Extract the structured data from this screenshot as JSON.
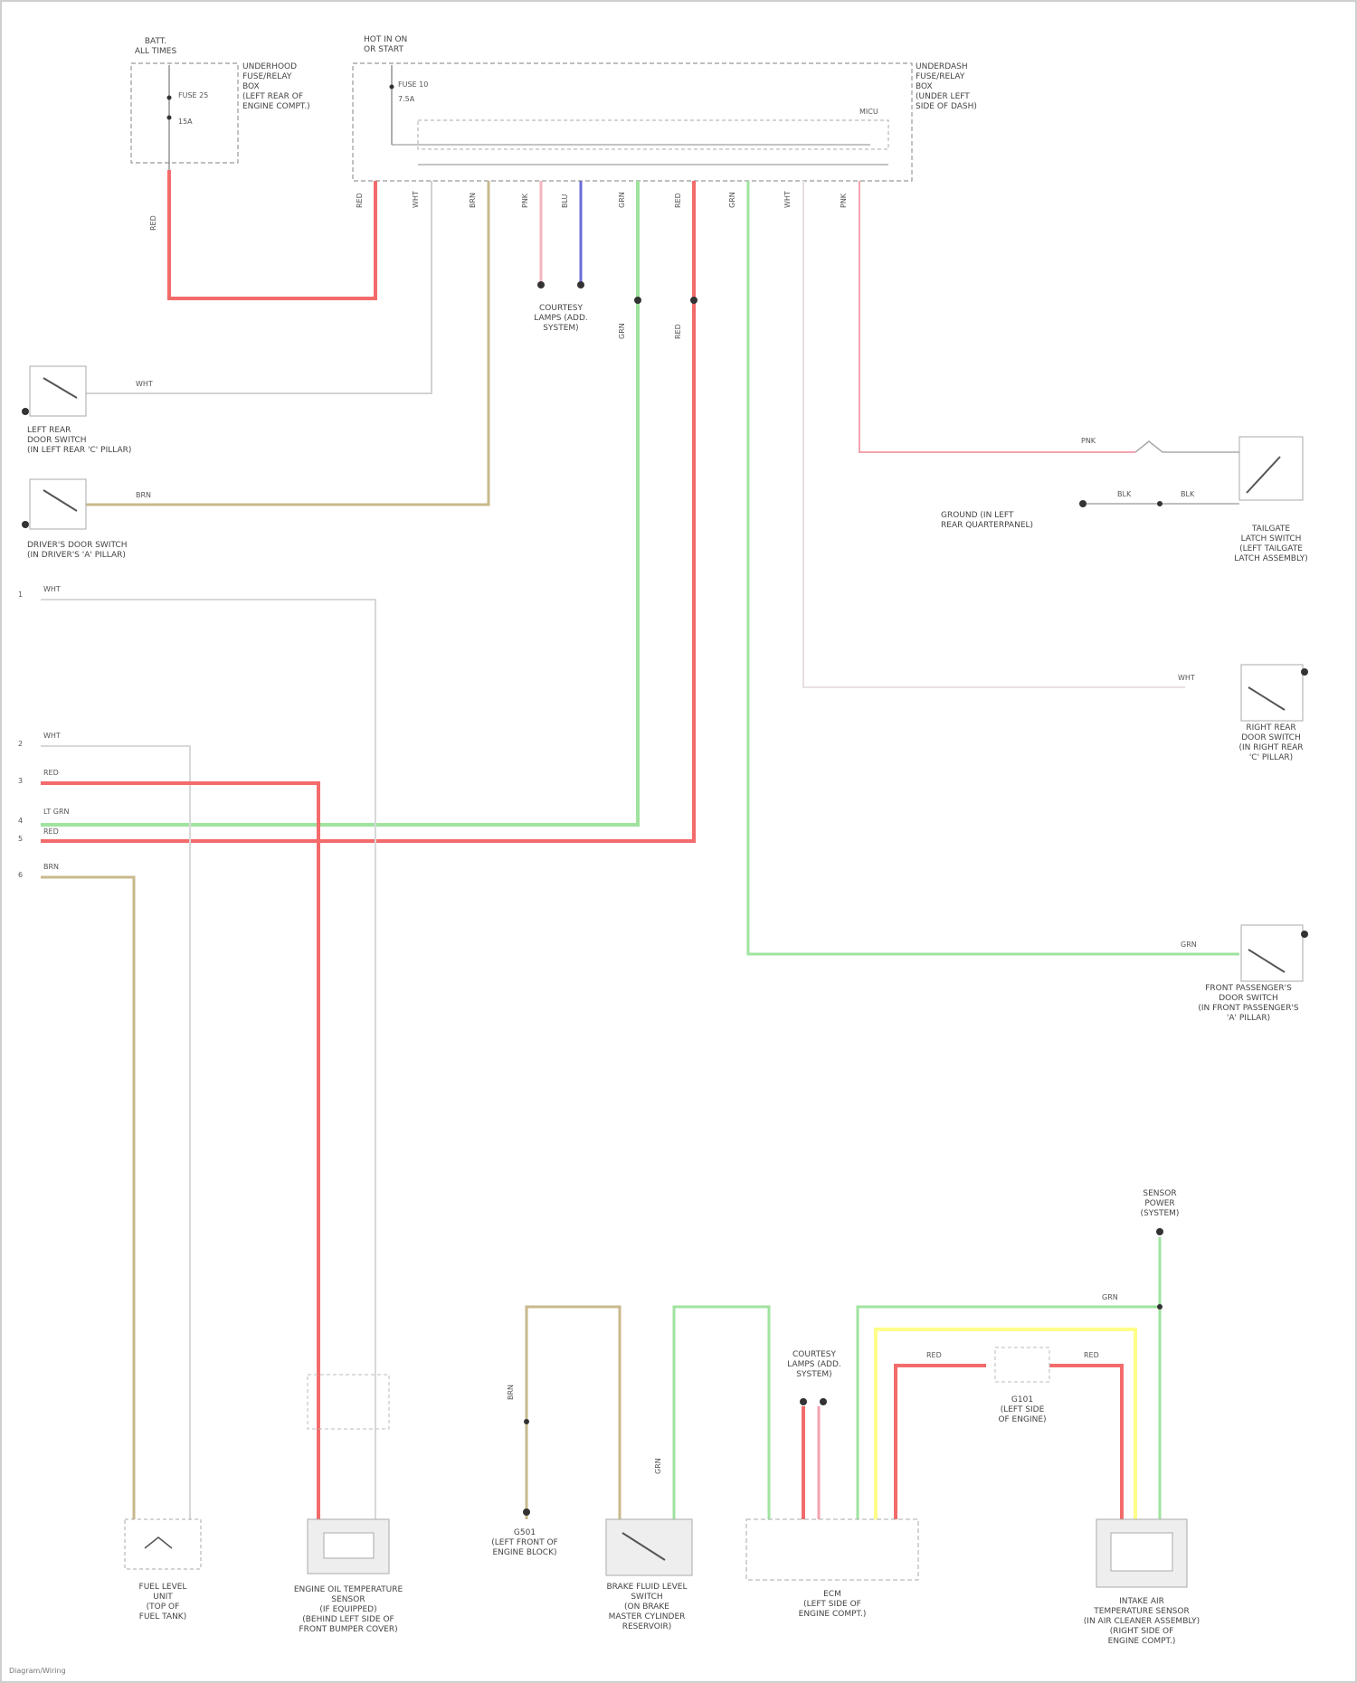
{
  "components": {
    "fuse_box": {
      "title": [
        "BATT.",
        "ALL TIMES"
      ],
      "desc": [
        "UNDERHOOD",
        "FUSE/RELAY",
        "BOX",
        "(LEFT REAR OF",
        "ENGINE COMPT.)"
      ],
      "fuse": "FUSE 25",
      "amps": "15A"
    },
    "control_unit": {
      "title": [
        "HOT IN ON",
        "OR START"
      ],
      "fuse": "FUSE 10",
      "amps": "7.5A",
      "desc": [
        "UNDERDASH",
        "FUSE/RELAY",
        "BOX",
        "(UNDER LEFT",
        "SIDE OF DASH)"
      ],
      "internal": "MICU"
    },
    "courtesy_lamps_top": [
      "COURTESY",
      "LAMPS (ADD.",
      "SYSTEM)"
    ],
    "left_rear_door_switch": [
      "LEFT REAR",
      "DOOR SWITCH",
      "(IN LEFT REAR 'C' PILLAR)"
    ],
    "hood_switch": [
      "DRIVER'S DOOR SWITCH",
      "(IN DRIVER'S 'A' PILLAR)"
    ],
    "tailgate_switch": [
      "TAILGATE",
      "LATCH SWITCH",
      "(LEFT TAILGATE",
      "LATCH ASSEMBLY)"
    ],
    "tailgate_ground": [
      "GROUND (IN LEFT",
      "REAR QUARTERPANEL)"
    ],
    "right_rear_door_switch": [
      "RIGHT REAR",
      "DOOR SWITCH",
      "(IN RIGHT REAR",
      "'C' PILLAR)"
    ],
    "passenger_door_switch": [
      "FRONT PASSENGER'S",
      "DOOR SWITCH",
      "(IN FRONT PASSENGER'S",
      "'A' PILLAR)"
    ],
    "fuel_gauge": [
      "FUEL LEVEL",
      "UNIT",
      "(TOP OF",
      "FUEL TANK)"
    ],
    "engine_oil_sensor": [
      "ENGINE OIL TEMPERATURE",
      "SENSOR",
      "(IF EQUIPPED)",
      "(BEHIND LEFT SIDE OF",
      "FRONT BUMPER COVER)"
    ],
    "left_ground": [
      "G501",
      "(LEFT FRONT OF",
      "ENGINE BLOCK)"
    ],
    "brake_switch": [
      "BRAKE FLUID LEVEL",
      "SWITCH",
      "(ON BRAKE",
      "MASTER CYLINDER",
      "RESERVOIR)"
    ],
    "ecm": [
      "ECM",
      "(LEFT SIDE OF",
      "ENGINE COMPT.)"
    ],
    "courtesy_lamps_bottom": [
      "COURTESY",
      "LAMPS (ADD.",
      "SYSTEM)"
    ],
    "sensor_power": [
      "SENSOR",
      "POWER",
      "(SYSTEM)"
    ],
    "g_sensor": [
      "G101",
      "(LEFT SIDE",
      "OF ENGINE)"
    ],
    "right_sensor": [
      "INTAKE AIR",
      "TEMPERATURE SENSOR",
      "(IN AIR CLEANER ASSEMBLY)",
      "(RIGHT SIDE OF",
      "ENGINE COMPT.)"
    ]
  },
  "wire_labels": {
    "red_top": "RED",
    "red_left": "RED",
    "wht_top": "WHT",
    "brn_top": "BRN",
    "pnk_top": "PNK",
    "blu_top": "BLU",
    "grn_top": "GRN",
    "red_mid": "RED",
    "grn_mid": "GRN",
    "wht_mid": "WHT",
    "pnk_right": "PNK",
    "wht_branch": "WHT",
    "brn_branch": "BRN",
    "ltgrn": "LT GRN",
    "red_lower": "RED",
    "brn_lower": "BRN",
    "pnk_ground": "PNK",
    "blk": "BLK",
    "blk2": "BLK",
    "wht_right": "WHT",
    "grn_right": "GRN",
    "left_wht": "WHT",
    "left_wht2": "WHT",
    "left_red": "RED",
    "left_ltgrn": "LT GRN",
    "left_red2": "RED",
    "left_brn": "BRN",
    "grn_bottom": "GRN",
    "red_bottom": "RED",
    "red_bottom2": "RED",
    "brn_bottom": "BRN"
  },
  "left_rail_pins": [
    "1",
    "2",
    "3",
    "4",
    "5",
    "6"
  ],
  "footer": "Diagram/Wiring"
}
